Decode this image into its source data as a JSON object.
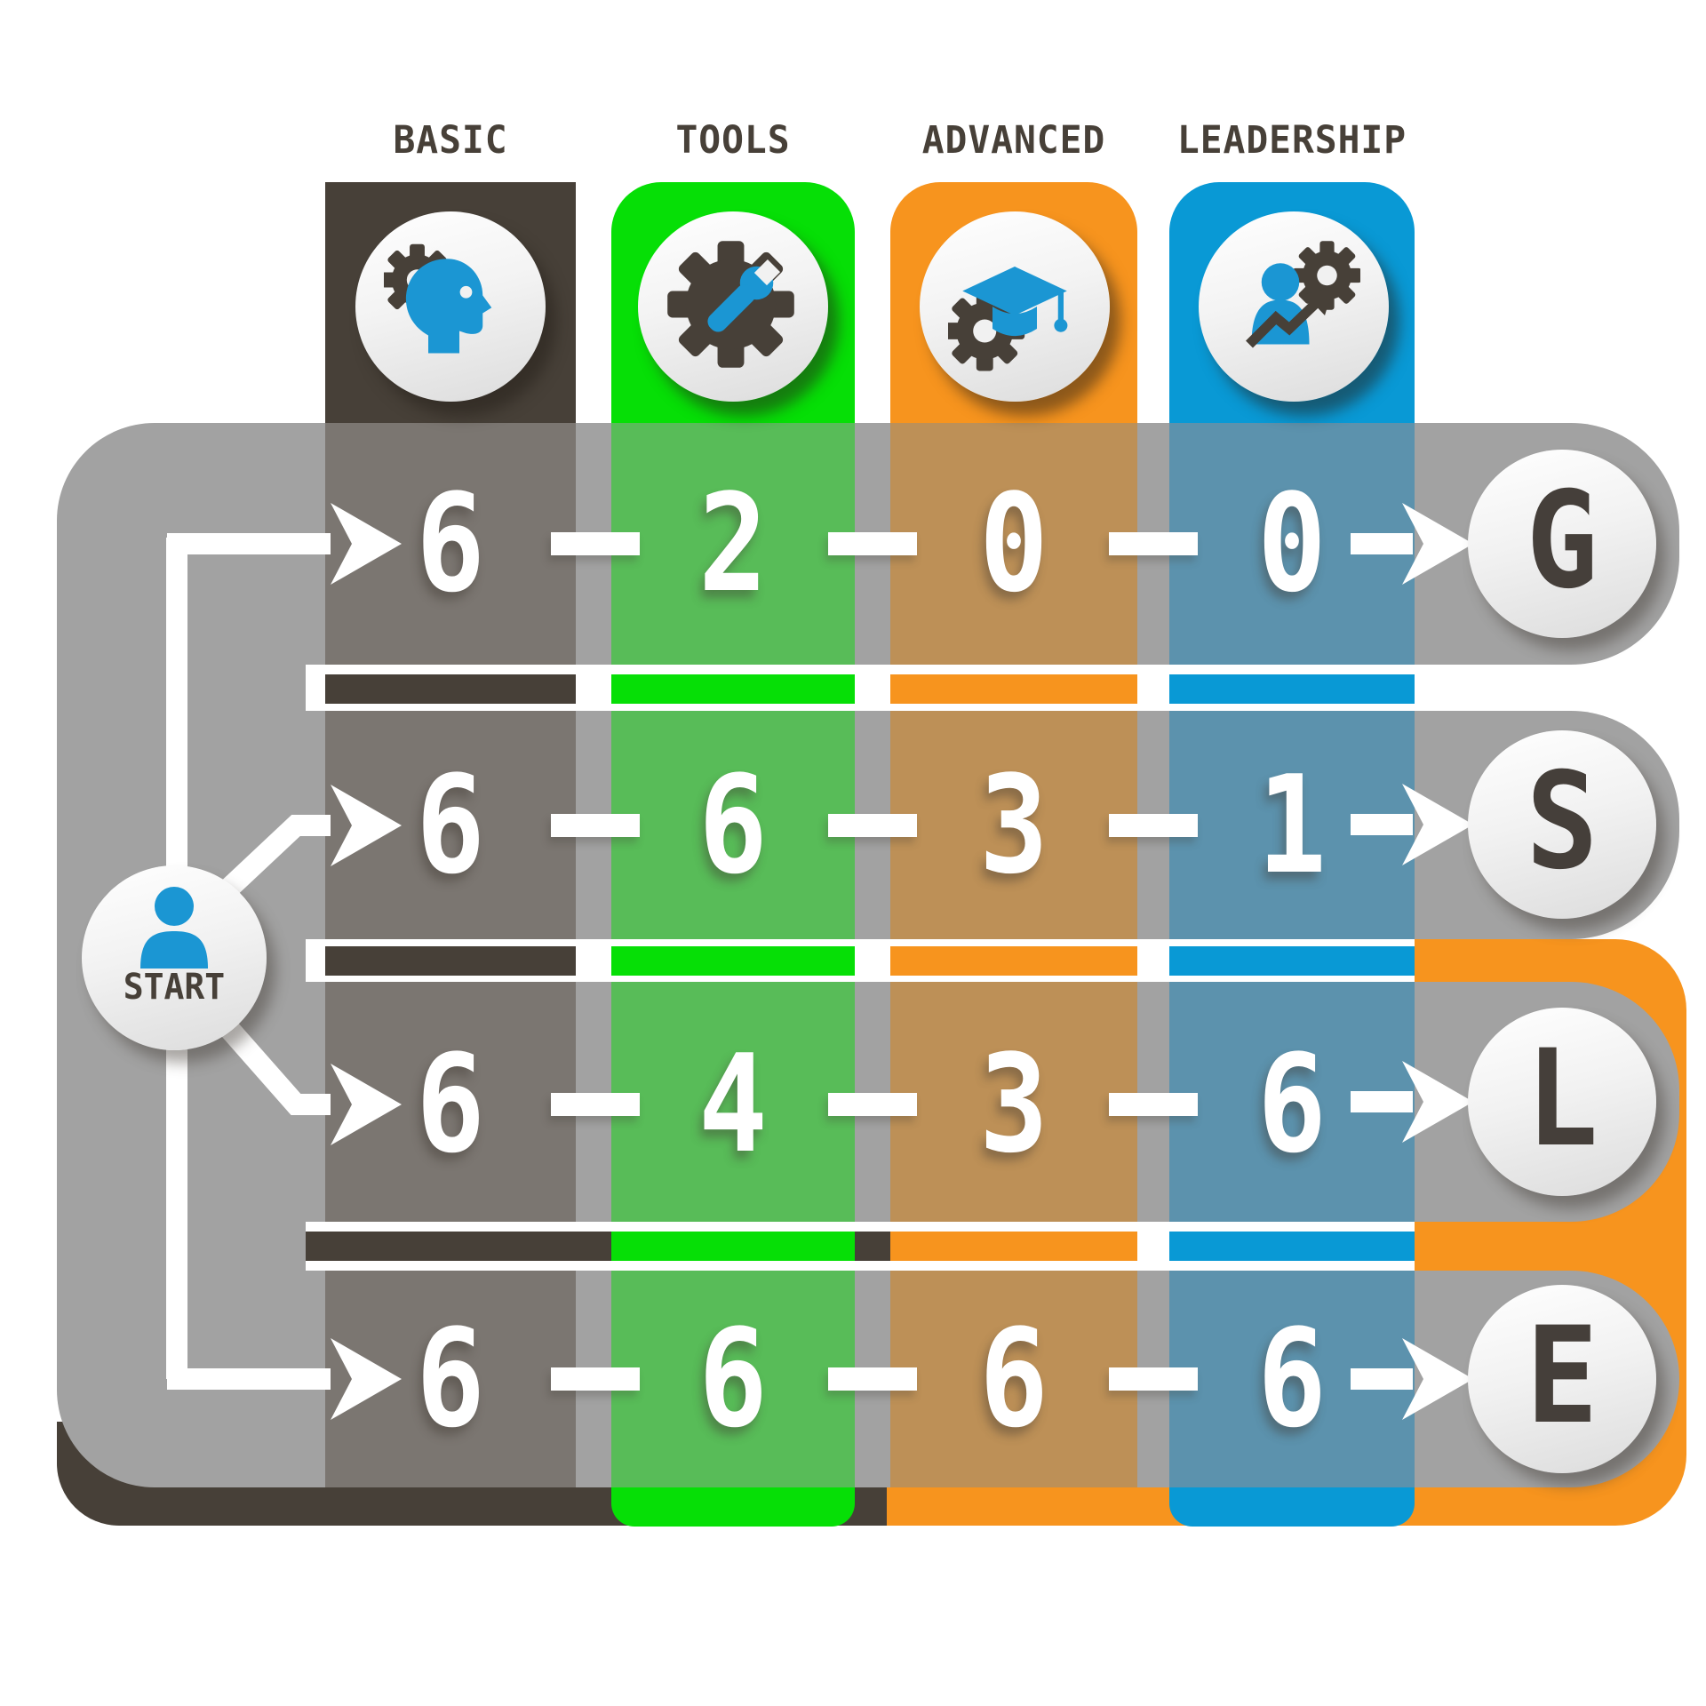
{
  "diagram": {
    "start_label": "START",
    "columns": [
      {
        "id": "basic",
        "label": "BASIC",
        "icon": "head-gears-icon",
        "color": "#474038",
        "muted_color": "#7B7671"
      },
      {
        "id": "tools",
        "label": "TOOLS",
        "icon": "gear-wrench-icon",
        "color": "#06DF06",
        "muted_color": "#58BC58"
      },
      {
        "id": "advanced",
        "label": "ADVANCED",
        "icon": "graduation-cap-gear-icon",
        "color": "#F7941E",
        "muted_color": "#BD9057"
      },
      {
        "id": "leadership",
        "label": "LEADERSHIP",
        "icon": "person-gear-growth-icon",
        "color": "#0999D5",
        "muted_color": "#5C92AD"
      }
    ],
    "rows": [
      {
        "letter": "G",
        "values": [
          "6",
          "2",
          "0",
          "0"
        ]
      },
      {
        "letter": "S",
        "values": [
          "6",
          "6",
          "3",
          "1"
        ]
      },
      {
        "letter": "L",
        "values": [
          "6",
          "4",
          "3",
          "6"
        ]
      },
      {
        "letter": "E",
        "values": [
          "6",
          "6",
          "6",
          "6"
        ]
      }
    ],
    "colors": {
      "panel_gray": "#A2A2A2",
      "dark": "#474038",
      "bright_green": "#06DF06",
      "bright_orange": "#F7941E",
      "bright_blue": "#0999D5",
      "icon_blue": "#1B96D3",
      "connector_white": "#FFFFFF"
    }
  }
}
